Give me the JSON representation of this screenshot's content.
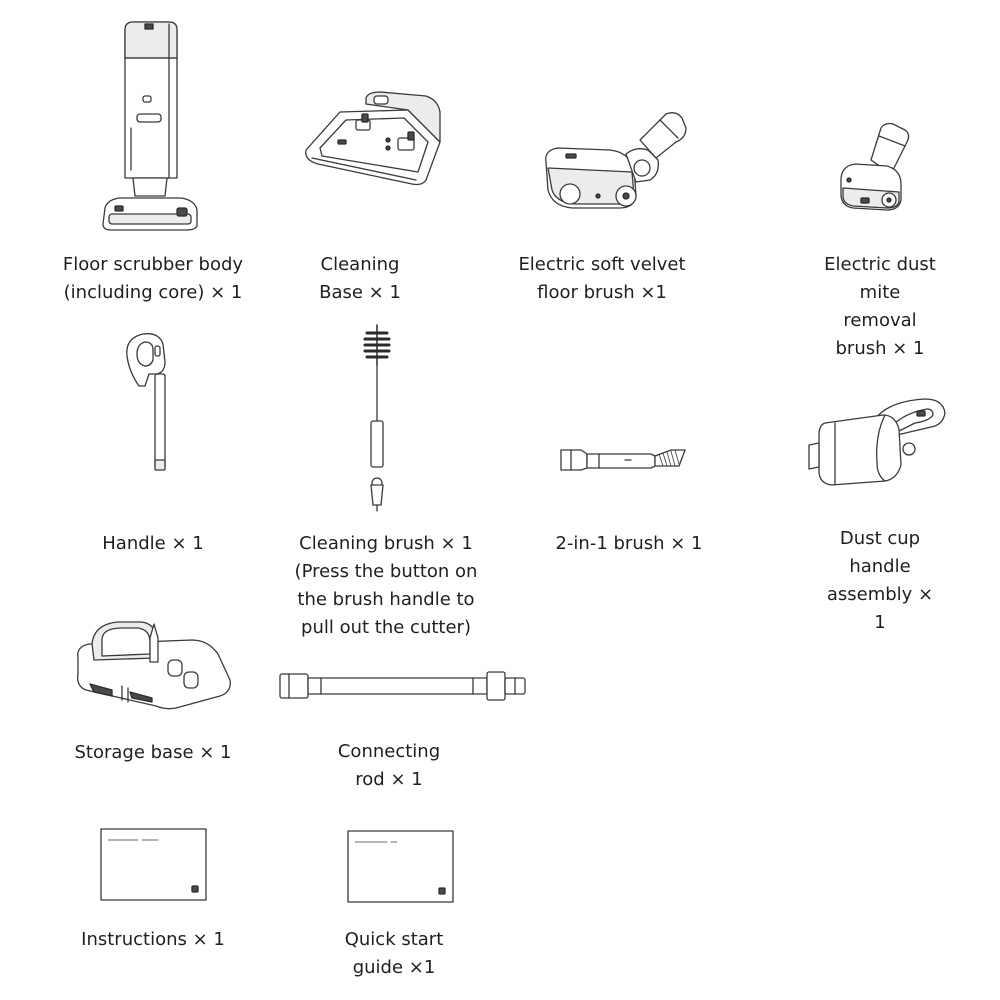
{
  "items": [
    {
      "label": "Floor scrubber body\n(including core) × 1"
    },
    {
      "label": "Cleaning\nBase × 1"
    },
    {
      "label": "Electric soft velvet\nfloor brush ×1"
    },
    {
      "label": "Electric dust mite\nremoval brush × 1"
    },
    {
      "label": "Handle × 1"
    },
    {
      "label": "Cleaning brush × 1\n(Press the button on\nthe brush handle to\npull out the cutter)"
    },
    {
      "label": "2-in-1 brush × 1"
    },
    {
      "label": "Dust cup\nhandle\nassembly × 1"
    },
    {
      "label": "Storage base × 1"
    },
    {
      "label": "Connecting\nrod × 1"
    },
    {
      "label": "Instructions × 1"
    },
    {
      "label": "Quick start\nguide ×1"
    }
  ]
}
